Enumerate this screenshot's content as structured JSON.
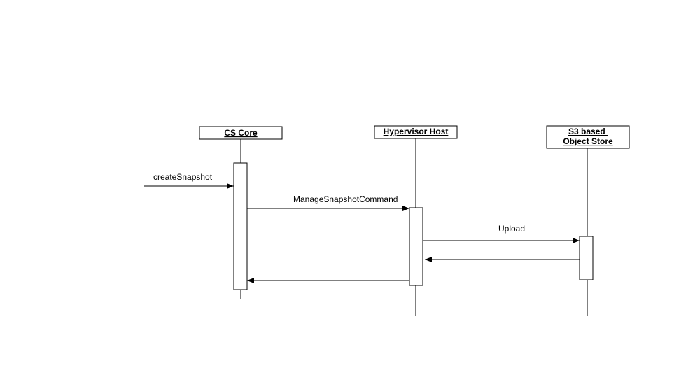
{
  "diagram": {
    "type": "sequence",
    "participants": [
      {
        "id": "cs",
        "title_lines": [
          "CS Core"
        ]
      },
      {
        "id": "hv",
        "title_lines": [
          "Hypervisor Host"
        ]
      },
      {
        "id": "s3",
        "title_lines": [
          "S3 based ",
          "Object Store"
        ]
      }
    ],
    "messages": [
      {
        "id": "m1",
        "label": "createSnapshot",
        "from": "external",
        "to": "cs"
      },
      {
        "id": "m2",
        "label": "ManageSnapshotCommand",
        "from": "cs",
        "to": "hv"
      },
      {
        "id": "m3",
        "label": "Upload",
        "from": "hv",
        "to": "s3"
      },
      {
        "id": "m4",
        "label": "",
        "from": "s3",
        "to": "hv"
      },
      {
        "id": "m5",
        "label": "",
        "from": "hv",
        "to": "cs"
      }
    ],
    "colors": {
      "line": "#000000",
      "box_fill": "#ffffff",
      "background": "#ffffff"
    }
  }
}
